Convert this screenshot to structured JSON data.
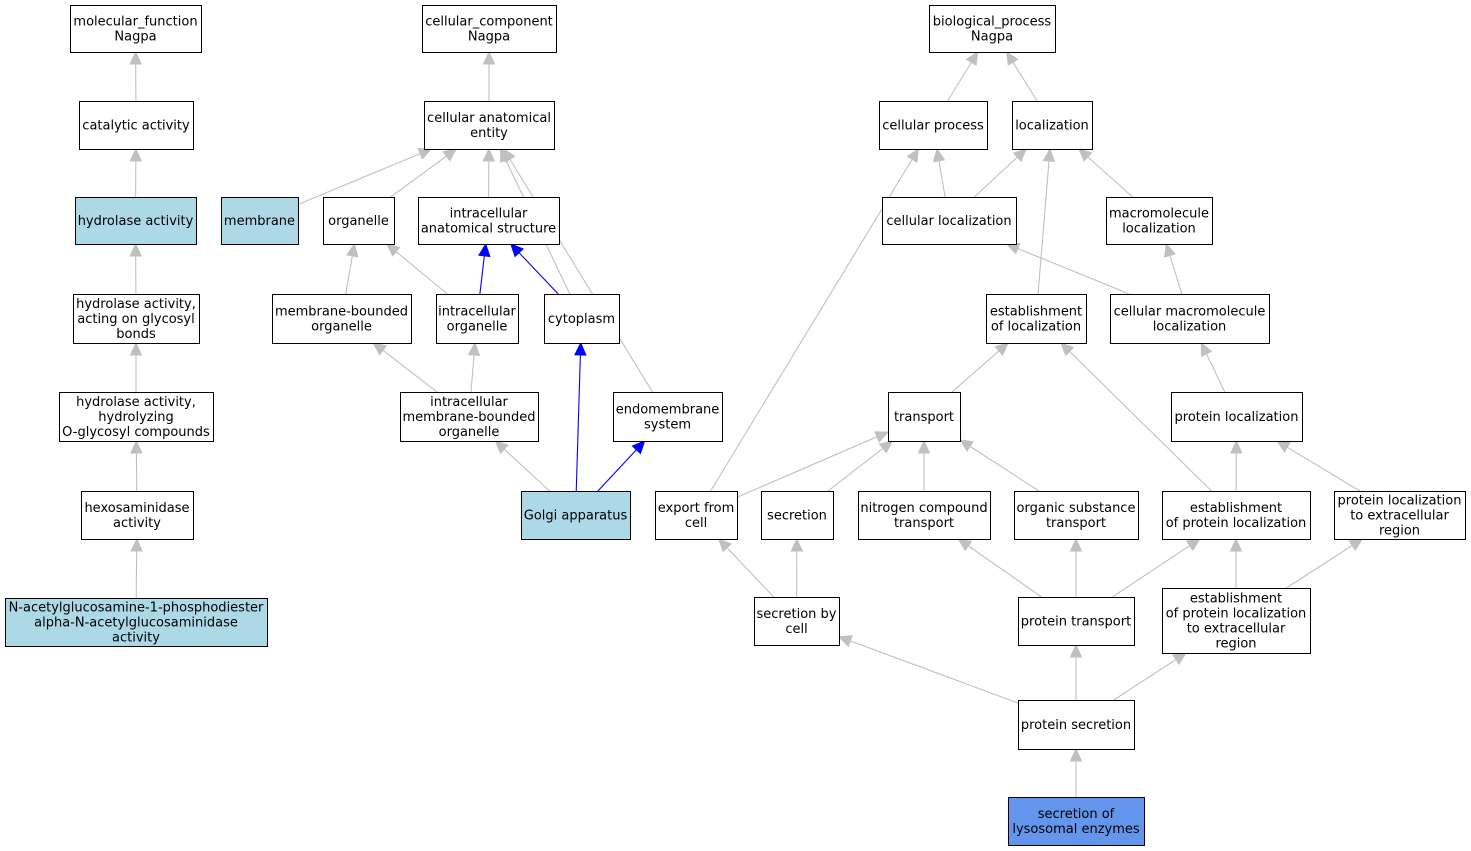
{
  "colors": {
    "default_fill": "#ffffff",
    "annotated_fill": "#add8e6",
    "focus_fill": "#6495ed",
    "edge_grey": "#c0c0c0",
    "edge_blue": "#0000ff"
  },
  "nodes": [
    {
      "id": "mf",
      "label": [
        "molecular_function",
        "Nagpa"
      ],
      "fill": "default"
    },
    {
      "id": "cat",
      "label": [
        "catalytic activity"
      ],
      "fill": "default"
    },
    {
      "id": "hyd",
      "label": [
        "hydrolase activity"
      ],
      "fill": "annotated"
    },
    {
      "id": "hydgly",
      "label": [
        "hydrolase activity,",
        "acting on glycosyl",
        "bonds"
      ],
      "fill": "default"
    },
    {
      "id": "hydo",
      "label": [
        "hydrolase activity,",
        "hydrolyzing",
        "O-glycosyl compounds"
      ],
      "fill": "default"
    },
    {
      "id": "hex",
      "label": [
        "hexosaminidase",
        "activity"
      ],
      "fill": "default"
    },
    {
      "id": "nag",
      "label": [
        "N-acetylglucosamine-1-phosphodiester",
        "alpha-N-acetylglucosaminidase",
        "activity"
      ],
      "fill": "annotated"
    },
    {
      "id": "cc",
      "label": [
        "cellular_component",
        "Nagpa"
      ],
      "fill": "default"
    },
    {
      "id": "cae",
      "label": [
        "cellular anatomical",
        "entity"
      ],
      "fill": "default"
    },
    {
      "id": "mem",
      "label": [
        "membrane"
      ],
      "fill": "annotated"
    },
    {
      "id": "org",
      "label": [
        "organelle"
      ],
      "fill": "default"
    },
    {
      "id": "ias",
      "label": [
        "intracellular",
        "anatomical structure"
      ],
      "fill": "default"
    },
    {
      "id": "mbo",
      "label": [
        "membrane-bounded",
        "organelle"
      ],
      "fill": "default"
    },
    {
      "id": "io",
      "label": [
        "intracellular",
        "organelle"
      ],
      "fill": "default"
    },
    {
      "id": "cyt",
      "label": [
        "cytoplasm"
      ],
      "fill": "default"
    },
    {
      "id": "imbo",
      "label": [
        "intracellular",
        "membrane-bounded",
        "organelle"
      ],
      "fill": "default"
    },
    {
      "id": "endo",
      "label": [
        "endomembrane",
        "system"
      ],
      "fill": "default"
    },
    {
      "id": "golgi",
      "label": [
        "Golgi apparatus"
      ],
      "fill": "annotated"
    },
    {
      "id": "bp",
      "label": [
        "biological_process",
        "Nagpa"
      ],
      "fill": "default"
    },
    {
      "id": "cp",
      "label": [
        "cellular process"
      ],
      "fill": "default"
    },
    {
      "id": "loc",
      "label": [
        "localization"
      ],
      "fill": "default"
    },
    {
      "id": "cloc",
      "label": [
        "cellular localization"
      ],
      "fill": "default"
    },
    {
      "id": "mloc",
      "label": [
        "macromolecule",
        "localization"
      ],
      "fill": "default"
    },
    {
      "id": "eloc",
      "label": [
        "establishment",
        "of localization"
      ],
      "fill": "default"
    },
    {
      "id": "cmloc",
      "label": [
        "cellular macromolecule",
        "localization"
      ],
      "fill": "default"
    },
    {
      "id": "tr",
      "label": [
        "transport"
      ],
      "fill": "default"
    },
    {
      "id": "ploc",
      "label": [
        "protein localization"
      ],
      "fill": "default"
    },
    {
      "id": "exp",
      "label": [
        "export from",
        "cell"
      ],
      "fill": "default"
    },
    {
      "id": "sec",
      "label": [
        "secretion"
      ],
      "fill": "default"
    },
    {
      "id": "nct",
      "label": [
        "nitrogen compound",
        "transport"
      ],
      "fill": "default"
    },
    {
      "id": "ost",
      "label": [
        "organic substance",
        "transport"
      ],
      "fill": "default"
    },
    {
      "id": "epl",
      "label": [
        "establishment",
        "of protein localization"
      ],
      "fill": "default"
    },
    {
      "id": "plex",
      "label": [
        "protein localization",
        "to extracellular",
        "region"
      ],
      "fill": "default"
    },
    {
      "id": "sbc",
      "label": [
        "secretion by",
        "cell"
      ],
      "fill": "default"
    },
    {
      "id": "pt",
      "label": [
        "protein transport"
      ],
      "fill": "default"
    },
    {
      "id": "eplex",
      "label": [
        "establishment",
        "of protein localization",
        "to extracellular",
        "region"
      ],
      "fill": "default"
    },
    {
      "id": "ps",
      "label": [
        "protein secretion"
      ],
      "fill": "default"
    },
    {
      "id": "sle",
      "label": [
        "secretion of",
        "lysosomal enzymes"
      ],
      "fill": "focus"
    }
  ],
  "edges": [
    {
      "from": "cat",
      "to": "mf",
      "color": "grey"
    },
    {
      "from": "hyd",
      "to": "cat",
      "color": "grey"
    },
    {
      "from": "hydgly",
      "to": "hyd",
      "color": "grey"
    },
    {
      "from": "hydo",
      "to": "hydgly",
      "color": "grey"
    },
    {
      "from": "hex",
      "to": "hydo",
      "color": "grey"
    },
    {
      "from": "nag",
      "to": "hex",
      "color": "grey"
    },
    {
      "from": "cae",
      "to": "cc",
      "color": "grey"
    },
    {
      "from": "mem",
      "to": "cae",
      "color": "grey"
    },
    {
      "from": "org",
      "to": "cae",
      "color": "grey"
    },
    {
      "from": "ias",
      "to": "cae",
      "color": "grey"
    },
    {
      "from": "cyt",
      "to": "cae",
      "color": "grey"
    },
    {
      "from": "endo",
      "to": "cae",
      "color": "grey"
    },
    {
      "from": "mbo",
      "to": "org",
      "color": "grey"
    },
    {
      "from": "io",
      "to": "org",
      "color": "grey"
    },
    {
      "from": "io",
      "to": "ias",
      "color": "blue"
    },
    {
      "from": "cyt",
      "to": "ias",
      "color": "blue"
    },
    {
      "from": "imbo",
      "to": "mbo",
      "color": "grey"
    },
    {
      "from": "imbo",
      "to": "io",
      "color": "grey"
    },
    {
      "from": "golgi",
      "to": "imbo",
      "color": "grey"
    },
    {
      "from": "golgi",
      "to": "cyt",
      "color": "blue"
    },
    {
      "from": "golgi",
      "to": "endo",
      "color": "blue"
    },
    {
      "from": "cp",
      "to": "bp",
      "color": "grey"
    },
    {
      "from": "loc",
      "to": "bp",
      "color": "grey"
    },
    {
      "from": "cloc",
      "to": "cp",
      "color": "grey"
    },
    {
      "from": "cloc",
      "to": "loc",
      "color": "grey"
    },
    {
      "from": "mloc",
      "to": "loc",
      "color": "grey"
    },
    {
      "from": "eloc",
      "to": "loc",
      "color": "grey"
    },
    {
      "from": "cmloc",
      "to": "cloc",
      "color": "grey"
    },
    {
      "from": "cmloc",
      "to": "mloc",
      "color": "grey"
    },
    {
      "from": "tr",
      "to": "eloc",
      "color": "grey"
    },
    {
      "from": "ploc",
      "to": "cmloc",
      "color": "grey"
    },
    {
      "from": "exp",
      "to": "cp",
      "color": "grey"
    },
    {
      "from": "exp",
      "to": "tr",
      "color": "grey"
    },
    {
      "from": "sec",
      "to": "tr",
      "color": "grey"
    },
    {
      "from": "nct",
      "to": "tr",
      "color": "grey"
    },
    {
      "from": "ost",
      "to": "tr",
      "color": "grey"
    },
    {
      "from": "epl",
      "to": "eloc",
      "color": "grey"
    },
    {
      "from": "epl",
      "to": "ploc",
      "color": "grey"
    },
    {
      "from": "plex",
      "to": "ploc",
      "color": "grey"
    },
    {
      "from": "sbc",
      "to": "exp",
      "color": "grey"
    },
    {
      "from": "sbc",
      "to": "sec",
      "color": "grey"
    },
    {
      "from": "pt",
      "to": "nct",
      "color": "grey"
    },
    {
      "from": "pt",
      "to": "ost",
      "color": "grey"
    },
    {
      "from": "pt",
      "to": "epl",
      "color": "grey"
    },
    {
      "from": "eplex",
      "to": "epl",
      "color": "grey"
    },
    {
      "from": "eplex",
      "to": "plex",
      "color": "grey"
    },
    {
      "from": "ps",
      "to": "sbc",
      "color": "grey"
    },
    {
      "from": "ps",
      "to": "pt",
      "color": "grey"
    },
    {
      "from": "ps",
      "to": "eplex",
      "color": "grey"
    },
    {
      "from": "sle",
      "to": "ps",
      "color": "grey"
    }
  ]
}
